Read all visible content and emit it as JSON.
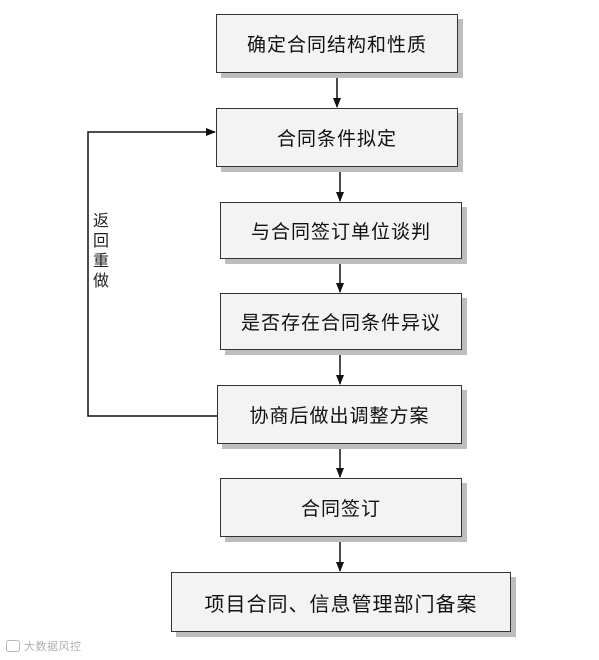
{
  "diagram": {
    "steps": [
      {
        "id": "n1",
        "label": "确定合同结构和性质"
      },
      {
        "id": "n2",
        "label": "合同条件拟定"
      },
      {
        "id": "n3",
        "label": "与合同签订单位谈判"
      },
      {
        "id": "n4",
        "label": "是否存在合同条件异议"
      },
      {
        "id": "n5",
        "label": "协商后做出调整方案"
      },
      {
        "id": "n6",
        "label": "合同签订"
      },
      {
        "id": "n7",
        "label": "项目合同、信息管理部门备案"
      }
    ],
    "feedback_label": "返回重做",
    "watermark": "大数据风控"
  }
}
